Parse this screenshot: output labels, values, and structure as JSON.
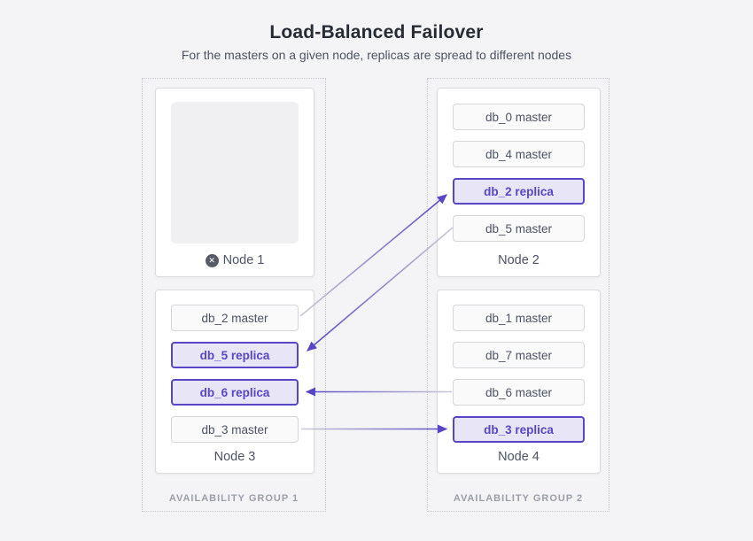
{
  "title": "Load-Balanced Failover",
  "subtitle": "For the masters on a given node, replicas are spread to different nodes",
  "icons": {
    "failed_icon": "✕"
  },
  "colors": {
    "background": "#f4f4f6",
    "accent_purple": "#5746c5",
    "replica_bg": "#e8e5f7",
    "master_bg": "#fafafb",
    "master_border": "#d5d6db",
    "card_bg": "#ffffff",
    "card_border": "#dadbdf",
    "group_border": "#c6c7cd",
    "text_dark": "#262b35",
    "text_gray": "#4d5364",
    "text_muted": "#9b9ea9",
    "arrow_tail": "#c9cad4",
    "failed_icon_bg": "#565b67"
  },
  "groups": [
    {
      "label": "AVAILABILITY GROUP 1",
      "nodes": [
        {
          "name": "Node 1",
          "status": "failed",
          "items": []
        },
        {
          "name": "Node 3",
          "status": "ok",
          "items": [
            {
              "label": "db_2 master",
              "type": "master"
            },
            {
              "label": "db_5 replica",
              "type": "replica"
            },
            {
              "label": "db_6 replica",
              "type": "replica"
            },
            {
              "label": "db_3 master",
              "type": "master"
            }
          ]
        }
      ]
    },
    {
      "label": "AVAILABILITY GROUP 2",
      "nodes": [
        {
          "name": "Node 2",
          "status": "ok",
          "items": [
            {
              "label": "db_0 master",
              "type": "master"
            },
            {
              "label": "db_4 master",
              "type": "master"
            },
            {
              "label": "db_2 replica",
              "type": "replica"
            },
            {
              "label": "db_5 master",
              "type": "master"
            }
          ]
        },
        {
          "name": "Node 4",
          "status": "ok",
          "items": [
            {
              "label": "db_1 master",
              "type": "master"
            },
            {
              "label": "db_7 master",
              "type": "master"
            },
            {
              "label": "db_6 master",
              "type": "master"
            },
            {
              "label": "db_3 replica",
              "type": "replica"
            }
          ]
        }
      ]
    }
  ],
  "arrows": [
    {
      "from": "Node 3 / db_2 master",
      "to": "Node 2 / db_2 replica"
    },
    {
      "from": "Node 2 / db_5 master",
      "to": "Node 3 / db_5 replica"
    },
    {
      "from": "Node 4 / db_6 master",
      "to": "Node 3 / db_6 replica"
    },
    {
      "from": "Node 3 / db_3 master",
      "to": "Node 4 / db_3 replica"
    }
  ]
}
